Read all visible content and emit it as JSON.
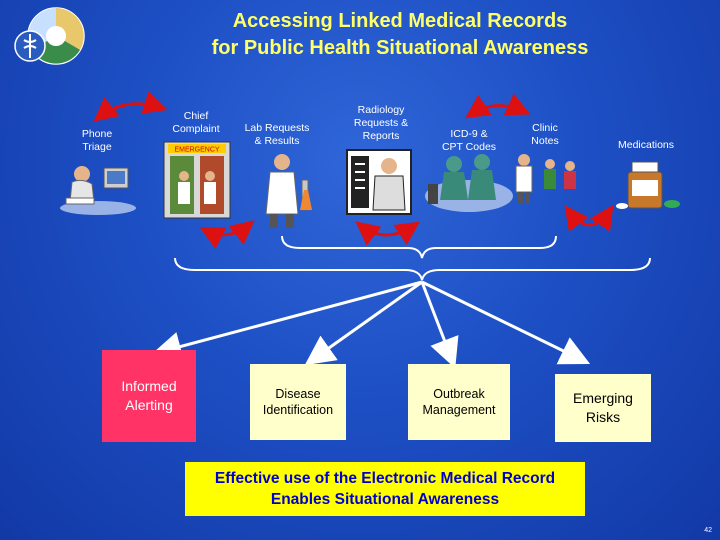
{
  "title": {
    "line1": "Accessing Linked Medical Records",
    "line2": "for Public Health Situational Awareness"
  },
  "sources": {
    "phone_triage": "Phone\nTriage",
    "chief_complaint": "Chief\nComplaint",
    "emergency_sign": "EMERGENCY",
    "lab_requests": "Lab Requests\n& Results",
    "radiology": "Radiology\nRequests &\nReports",
    "icd9": "ICD-9 &\nCPT Codes",
    "clinic_notes": "Clinic\nNotes",
    "medications": "Medications"
  },
  "outcomes": {
    "informed_alerting": "Informed\nAlerting",
    "disease_identification": "Disease\nIdentification",
    "outbreak_management": "Outbreak\nManagement",
    "emerging_risks": "Emerging\nRisks"
  },
  "footer": {
    "line1": "Effective use of the Electronic Medical Record",
    "line2": "Enables Situational Awareness"
  },
  "page_number": "42",
  "icons": [
    "public-health-seal-icon",
    "phone-triage-clipart-icon",
    "emergency-room-clipart-icon",
    "lab-scientist-clipart-icon",
    "radiologist-clipart-icon",
    "surgery-team-clipart-icon",
    "clinic-staff-clipart-icon",
    "medication-bottle-icon"
  ],
  "colors": {
    "background": "#1d4fc4",
    "title": "#ffff66",
    "alert_box": "#ff3366",
    "outcome_box": "#ffffcc",
    "footer_bg": "#ffff00",
    "footer_text": "#0000cc",
    "arrow_red": "#dd1111"
  }
}
